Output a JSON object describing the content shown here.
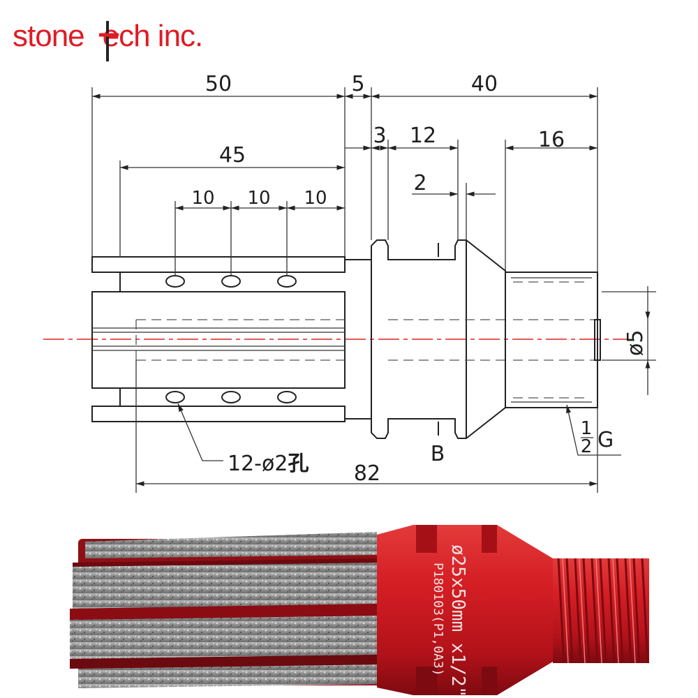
{
  "logo": {
    "text_before": "stone",
    "text_after": "ech inc.",
    "color": "#e01b24"
  },
  "drawing": {
    "dimensions": {
      "d50": "50",
      "d5": "5",
      "d40": "40",
      "d45": "45",
      "d3": "3",
      "d12": "12",
      "d16": "16",
      "d2": "2",
      "d10a": "10",
      "d10b": "10",
      "d10c": "10",
      "d82": "82"
    },
    "labels": {
      "holes_prefix": "12-",
      "holes_phi": "ø",
      "holes_value": "2",
      "holes_char": "孔",
      "diameter": "ø5",
      "section": "B",
      "thread_num": "1",
      "thread_den": "2",
      "thread_suffix": "G"
    },
    "colors": {
      "line": "#222222",
      "centerline": "#dd2222"
    }
  },
  "product": {
    "etching_line1": "ø25x50mm x1/2\"",
    "etching_line2": "P180103(P1,0A3)",
    "colors": {
      "body": "#c8141c",
      "segment": "#9a9a9a",
      "background": "#ffffff"
    }
  }
}
